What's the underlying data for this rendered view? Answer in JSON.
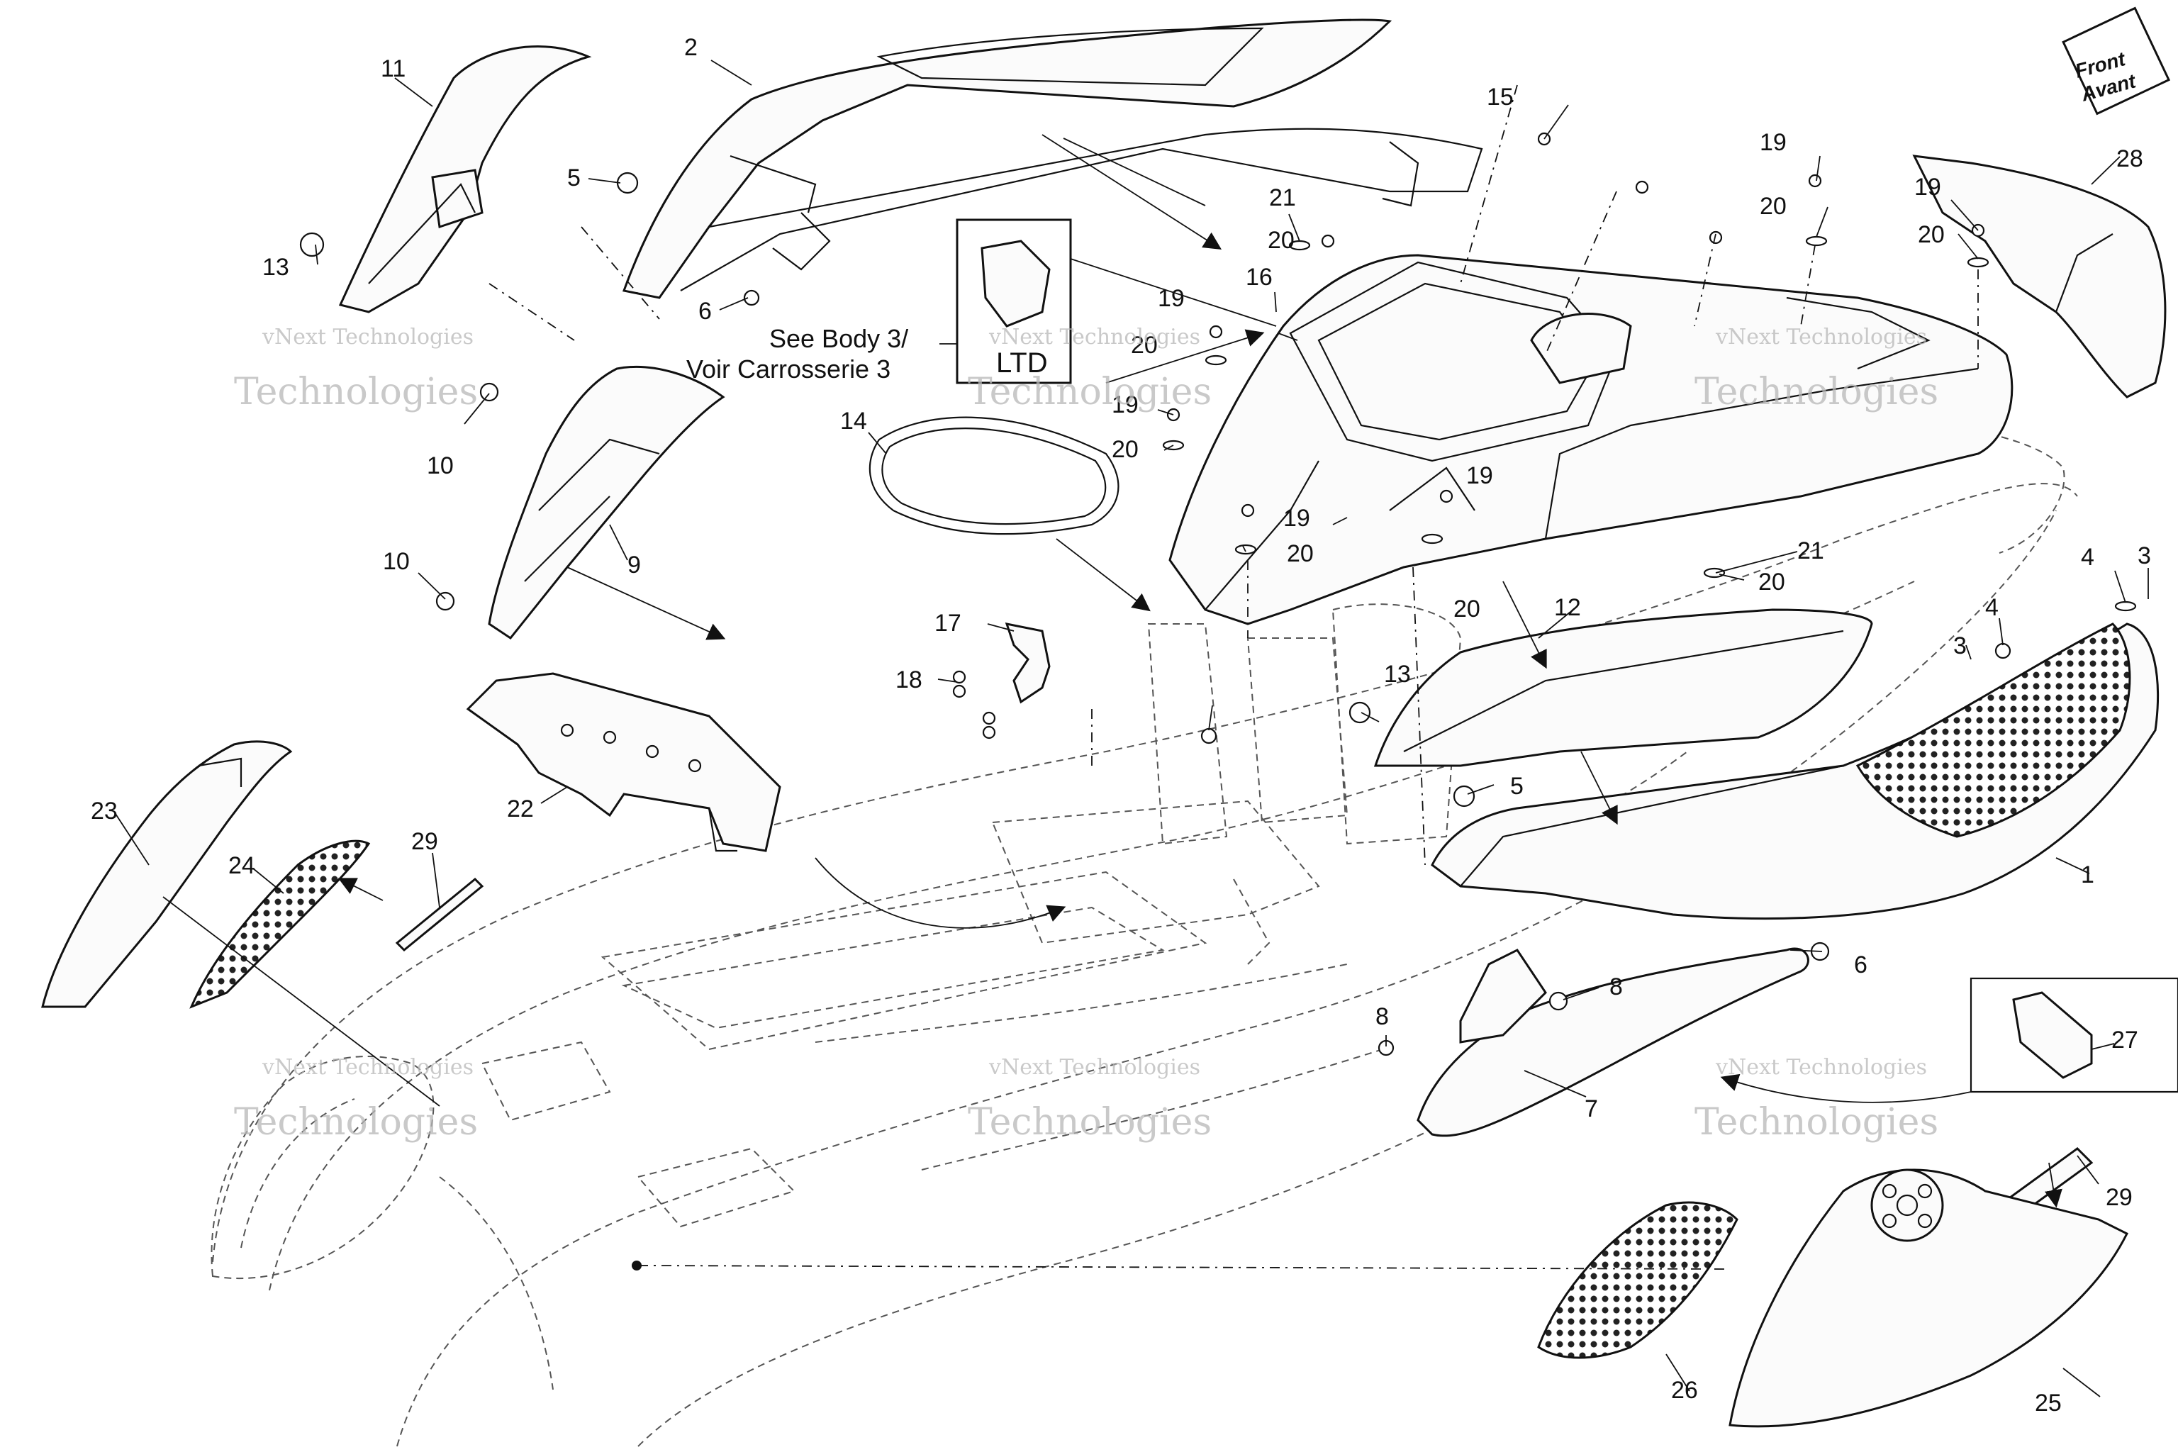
{
  "callouts": [
    {
      "id": "c1",
      "text": "1"
    },
    {
      "id": "c2",
      "text": "2"
    },
    {
      "id": "c3a",
      "text": "3"
    },
    {
      "id": "c3b",
      "text": "3"
    },
    {
      "id": "c4a",
      "text": "4"
    },
    {
      "id": "c4b",
      "text": "4"
    },
    {
      "id": "c5a",
      "text": "5"
    },
    {
      "id": "c5b",
      "text": "5"
    },
    {
      "id": "c6a",
      "text": "6"
    },
    {
      "id": "c6b",
      "text": "6"
    },
    {
      "id": "c7",
      "text": "7"
    },
    {
      "id": "c8a",
      "text": "8"
    },
    {
      "id": "c8b",
      "text": "8"
    },
    {
      "id": "c9",
      "text": "9"
    },
    {
      "id": "c10a",
      "text": "10"
    },
    {
      "id": "c10b",
      "text": "10"
    },
    {
      "id": "c11",
      "text": "11"
    },
    {
      "id": "c12",
      "text": "12"
    },
    {
      "id": "c13a",
      "text": "13"
    },
    {
      "id": "c13b",
      "text": "13"
    },
    {
      "id": "c14",
      "text": "14"
    },
    {
      "id": "c15",
      "text": "15"
    },
    {
      "id": "c16",
      "text": "16"
    },
    {
      "id": "c17",
      "text": "17"
    },
    {
      "id": "c18",
      "text": "18"
    },
    {
      "id": "c19a",
      "text": "19"
    },
    {
      "id": "c19b",
      "text": "19"
    },
    {
      "id": "c19c",
      "text": "19"
    },
    {
      "id": "c19d",
      "text": "19"
    },
    {
      "id": "c19e",
      "text": "19"
    },
    {
      "id": "c19f",
      "text": "19"
    },
    {
      "id": "c20a",
      "text": "20"
    },
    {
      "id": "c20b",
      "text": "20"
    },
    {
      "id": "c20c",
      "text": "20"
    },
    {
      "id": "c20d",
      "text": "20"
    },
    {
      "id": "c20e",
      "text": "20"
    },
    {
      "id": "c20f",
      "text": "20"
    },
    {
      "id": "c20g",
      "text": "20"
    },
    {
      "id": "c20h",
      "text": "20"
    },
    {
      "id": "c21a",
      "text": "21"
    },
    {
      "id": "c21b",
      "text": "21"
    },
    {
      "id": "c22",
      "text": "22"
    },
    {
      "id": "c23",
      "text": "23"
    },
    {
      "id": "c24",
      "text": "24"
    },
    {
      "id": "c25",
      "text": "25"
    },
    {
      "id": "c26",
      "text": "26"
    },
    {
      "id": "c27",
      "text": "27"
    },
    {
      "id": "c28",
      "text": "28"
    },
    {
      "id": "c29a",
      "text": "29"
    },
    {
      "id": "c29b",
      "text": "29"
    }
  ],
  "reference": {
    "line1": "See Body 3/",
    "line2": "Voir Carrosserie 3",
    "badge": "LTD"
  },
  "direction_tag": {
    "line1": "Front",
    "line2": "Avant"
  },
  "watermark": {
    "line1": "vNext Technologies",
    "line2": "Technologies"
  }
}
